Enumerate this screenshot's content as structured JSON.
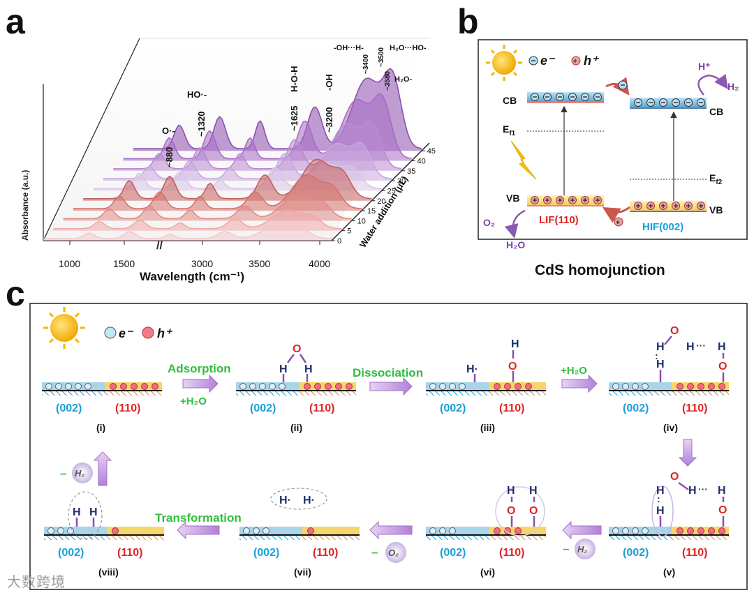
{
  "panels": {
    "a": "a",
    "b": "b",
    "c": "c"
  },
  "panel_a": {
    "y_label": "Absorbance (a.u.)",
    "x_label": "Wavelength (cm⁻¹)",
    "z_label": "Water addition (μL)",
    "x_ticks": [
      "1000",
      "1500",
      "3000",
      "3500",
      "4000"
    ],
    "z_ticks": [
      "0",
      "5",
      "10",
      "15",
      "20",
      "25",
      "30",
      "35",
      "40",
      "45"
    ],
    "annotations": {
      "o_rad": "O·-",
      "o_rad_wn": "~880",
      "ho_rad": "HO·-",
      "ho_rad_wn": "~1320",
      "hoh_wn": "~1625",
      "hoh": "H-O-H",
      "oh_wn": "~3200",
      "oh": "-OH",
      "ohh": "-OH···H-",
      "ohh_wn": "~3400",
      "h2o_ho_wn": "~3500",
      "h2o_ho": "H₂O···HO-",
      "h2o_wn": "~3580",
      "h2o": "H₂O-"
    },
    "series_colors": [
      "#f3c9cd",
      "#eeaaa8",
      "#e08c86",
      "#d3726d",
      "#c6605e",
      "#d9c6e6",
      "#c9a9de",
      "#b98bd2",
      "#a56cc2",
      "#8c4fae"
    ]
  },
  "panel_b": {
    "legend_e": "e⁻",
    "legend_h": "h⁺",
    "cb_left": "CB",
    "cb_right": "CB",
    "vb_left": "VB",
    "vb_right": "VB",
    "ef1": "E",
    "ef1_sub": "f1",
    "ef2": "E",
    "ef2_sub": "f2",
    "h_plus": "H⁺",
    "h2": "H₂",
    "o2": "O₂",
    "h2o": "H₂O",
    "lif": "LIF(110)",
    "hif": "HIF(002)",
    "caption": "CdS homojunction"
  },
  "panel_c": {
    "legend_e": "e⁻",
    "legend_h": "h⁺",
    "steps": {
      "adsorption": "Adsorption",
      "plus_h2o_1": "+H₂O",
      "dissociation": "Dissociation",
      "plus_h2o_2": "+H₂O",
      "transformation": "Transformation",
      "minus_o2": "–",
      "minus_h2_v": "–",
      "minus_h2_viii": "–"
    },
    "bubbles": {
      "h2": "H₂",
      "o2": "O₂"
    },
    "facet_left": "(002)",
    "facet_right": "(110)",
    "stage_labels": [
      "(i)",
      "(ii)",
      "(iii)",
      "(iv)",
      "(v)",
      "(vi)",
      "(vii)",
      "(viii)"
    ],
    "atoms": {
      "H": "H",
      "O": "O",
      "H_rad": "H·",
      "dots": "···"
    }
  },
  "watermark": "大数跨境"
}
